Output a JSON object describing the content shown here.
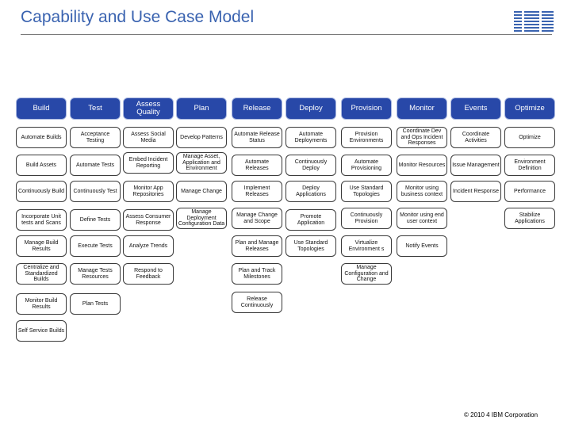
{
  "title": "Capability and Use Case Model",
  "logo": "IBM",
  "columns": [
    {
      "header": "Build",
      "items": [
        "Automate Builds",
        "Build Assets",
        "Continuously Build",
        "Incorporate Unit tests and Scans",
        "Manage Build Results",
        "Centralize and Standardized Builds",
        "Monitor Build Results",
        "Self Service Builds"
      ]
    },
    {
      "header": "Test",
      "items": [
        "Acceptance Testing",
        "Automate Tests",
        "Continuously Test",
        "Define Tests",
        "Execute Tests",
        "Manage Tests Resources",
        "Plan Tests"
      ]
    },
    {
      "header": "Assess Quality",
      "items": [
        "Assess Social Media",
        "Embed Incident Reporting",
        "Monitor App Repositories",
        "Assess Consumer Response",
        "Analyze Trends",
        "Respond to Feedback"
      ]
    },
    {
      "header": "Plan",
      "items": [
        "Develop Patterns",
        "Manage Asset, Application and Environment",
        "Manage Change",
        "Manage Deployment Configuration Data"
      ]
    },
    {
      "header": "Release",
      "items": [
        "Automate Release Status",
        "Automate Releases",
        "Implement Releases",
        "Manage Change and Scope",
        "Plan and Manage Releases",
        "Plan and Track Milestones",
        "Release Continuously"
      ]
    },
    {
      "header": "Deploy",
      "items": [
        "Automate Deployments",
        "Continuously Deploy",
        "Deploy Applications",
        "Promote Application",
        "Use Standard Topologies"
      ]
    },
    {
      "header": "Provision",
      "items": [
        "Provision Environments",
        "Automate Provisioning",
        "Use Standard Topologies",
        "Continuously Provision",
        "Virtualize Environment s",
        "Manage Configuration and Change"
      ]
    },
    {
      "header": "Monitor",
      "items": [
        "Coordinate Dev and Ops Incident Responses",
        "Monitor Resources",
        "Monitor using business context",
        "Monitor using end user context",
        "Notify Events"
      ]
    },
    {
      "header": "Events",
      "items": [
        "Coordinate Activities",
        "Issue Management",
        "Incident Response"
      ]
    },
    {
      "header": "Optimize",
      "items": [
        "Optimize",
        "Environment Definition",
        "Performance",
        "Stabilize Applications"
      ]
    }
  ],
  "footer": "© 2010 4 IBM Corporation"
}
